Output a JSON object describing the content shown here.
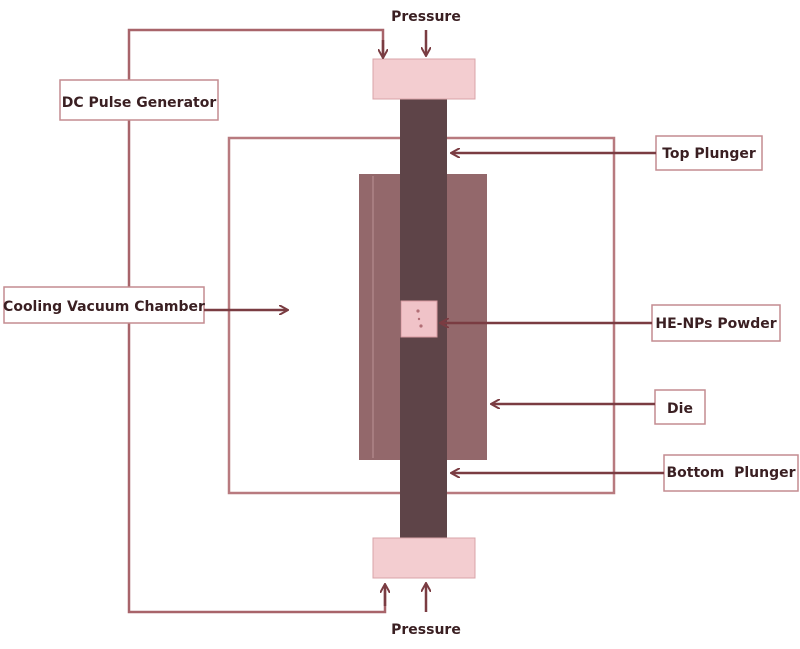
{
  "diagram": {
    "labels": {
      "pressure_top": "Pressure",
      "pressure_bottom": "Pressure",
      "dc_pulse_generator": "DC Pulse Generator",
      "top_plunger": "Top Plunger",
      "cooling_vacuum_chamber": "Cooling Vacuum Chamber",
      "he_nps_powder": "HE-NPs Powder",
      "die": "Die",
      "bottom_plunger": "Bottom  Plunger"
    },
    "colors": {
      "wire": "#a8646a",
      "arrow": "#7a3c42",
      "plunger": "#5e4448",
      "die": "#93686b",
      "electrode": "#f3cdd0",
      "text": "#3a1f22"
    }
  }
}
